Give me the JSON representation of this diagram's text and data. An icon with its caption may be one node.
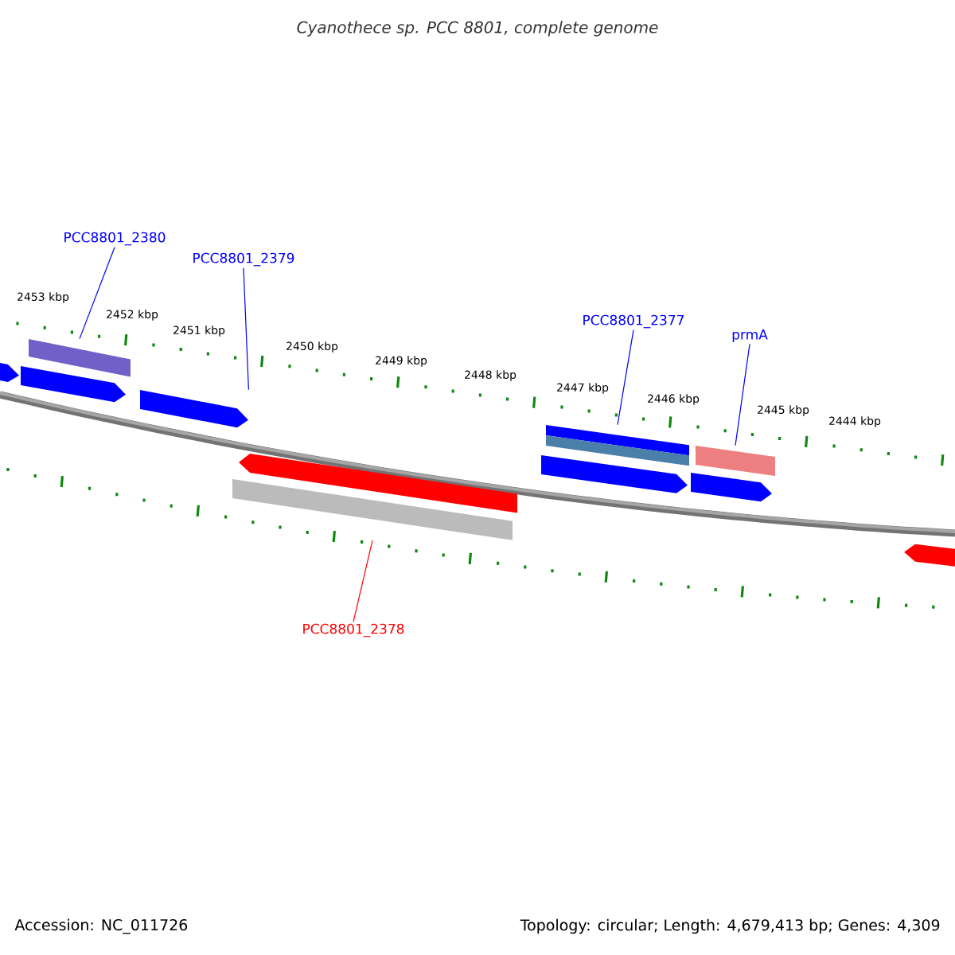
{
  "diagram": {
    "title": "*Cyanothece sp. PCC 8801, complete genome*",
    "nodes": [
      {
        "text": [
          "PCC8801_2380"
        ]
      },
      {
        "text": [
          "PCC8801_2379"
        ]
      },
      {
        "text": [
          "PCC8801_2377"
        ]
      },
      {
        "text": [
          "prmA"
        ]
      },
      {
        "text": [
          "PCC8801_2378"
        ]
      },
      {
        "text": [],
        "shape": "arrow"
      },
      {
        "text": [],
        "shape": "arrow"
      },
      {
        "text": [],
        "shape": "bar"
      },
      {
        "text": [],
        "shape": "arrow"
      },
      {
        "text": [],
        "shape": "bar"
      },
      {
        "text": [],
        "shape": "arrow"
      },
      {
        "text": [],
        "shape": "arrow"
      },
      {
        "text": [],
        "shape": "bar"
      },
      {
        "text": [],
        "shape": "arrow"
      },
      {
        "text": [],
        "shape": "bar"
      },
      {
        "text": [],
        "shape": "arrow"
      }
    ],
    "edges": [
      {
        "from": 0,
        "to": 7,
        "arrow": "none"
      },
      {
        "from": 1,
        "to": 8,
        "arrow": "none"
      },
      {
        "from": 2,
        "to": 12,
        "arrow": "none"
      },
      {
        "from": 3,
        "to": 14,
        "arrow": "none"
      },
      {
        "from": 4,
        "to": 9,
        "arrow": "none",
        "color": "#ff0000"
      }
    ],
    "labels": [
      "2453 kbp",
      "2452 kbp",
      "2451 kbp",
      "2450 kbp",
      "2449 kbp",
      "2448 kbp",
      "2447 kbp",
      "2446 kbp",
      "2445 kbp",
      "2444 kbp",
      "Accession: NC_011726",
      "Topology: circular; Length: 4,679,413 bp; Genes: 4,309"
    ]
  }
}
